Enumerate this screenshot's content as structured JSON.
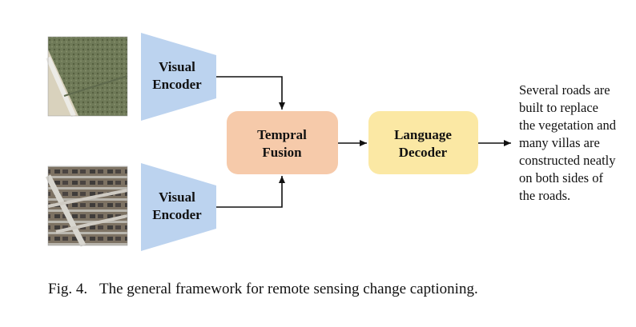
{
  "nodes": {
    "encoder_top": {
      "line1": "Visual",
      "line2": "Encoder",
      "color": "#bcd3ef"
    },
    "encoder_bottom": {
      "line1": "Visual",
      "line2": "Encoder",
      "color": "#bcd3ef"
    },
    "fusion": {
      "line1": "Tempral",
      "line2": "Fusion",
      "color": "#f6caaa"
    },
    "decoder": {
      "line1": "Language",
      "line2": "Decoder",
      "color": "#fbe8a4"
    }
  },
  "output_caption": {
    "lines": [
      "Several roads are",
      "built to replace",
      "the vegetation and",
      "many villas are",
      "constructed neatly",
      "on both sides of",
      "the roads."
    ]
  },
  "figure_caption": {
    "label": "Fig. 4.",
    "text": "The general framework for remote sensing change captioning."
  },
  "images": {
    "before": "remote-sensing-image-before (vegetation, road)",
    "after": "remote-sensing-image-after (villas, roads)"
  },
  "arrow_color": "#111111"
}
